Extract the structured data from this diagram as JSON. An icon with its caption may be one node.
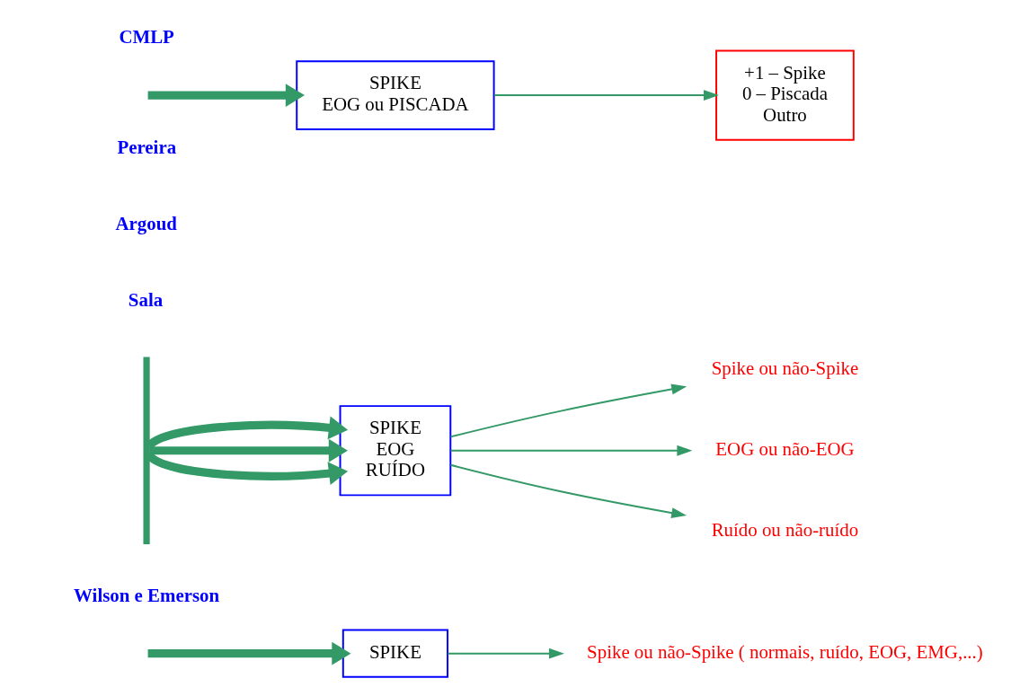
{
  "diagram": {
    "nodes": [
      {
        "text": [
          "SPIKE"
        ]
      },
      {
        "text": [
          "Spike ou não-Spike ( normais, ruído, EOG, EMG,...)"
        ]
      },
      {
        "text": [],
        "shape": "bar"
      },
      {
        "text": [
          "SPIKE",
          "EOG",
          "RUÍDO"
        ]
      },
      {
        "text": [
          "Spike ou não-Spike"
        ]
      },
      {
        "text": [
          "EOG ou não-EOG"
        ]
      },
      {
        "text": [
          "Ruído ou não-ruído"
        ]
      },
      {
        "text": [
          "SPIKE",
          "EOG ou PISCADA"
        ]
      },
      {
        "text": [
          "+1 – Spike",
          "0 – Piscada",
          "Outro"
        ]
      }
    ],
    "edges": [
      {
        "from": null,
        "to": 0,
        "arrow": "to",
        "style": "thick"
      },
      {
        "from": 0,
        "to": 1,
        "arrow": "to"
      },
      {
        "from": 2,
        "to": 3,
        "arrow": "to",
        "style": "thick"
      },
      {
        "from": 2,
        "to": 3,
        "arrow": "to",
        "style": "thick"
      },
      {
        "from": 2,
        "to": 3,
        "arrow": "to",
        "style": "thick"
      },
      {
        "from": 3,
        "to": 4,
        "arrow": "to"
      },
      {
        "from": 3,
        "to": 5,
        "arrow": "to"
      },
      {
        "from": 3,
        "to": 6,
        "arrow": "to"
      },
      {
        "from": null,
        "to": 7,
        "arrow": "to",
        "style": "thick"
      },
      {
        "from": 7,
        "to": 8,
        "arrow": "to"
      }
    ],
    "labels": [
      "Wilson e Emerson",
      "Pereira",
      "Argoud",
      "Sala",
      "CMLP"
    ]
  }
}
